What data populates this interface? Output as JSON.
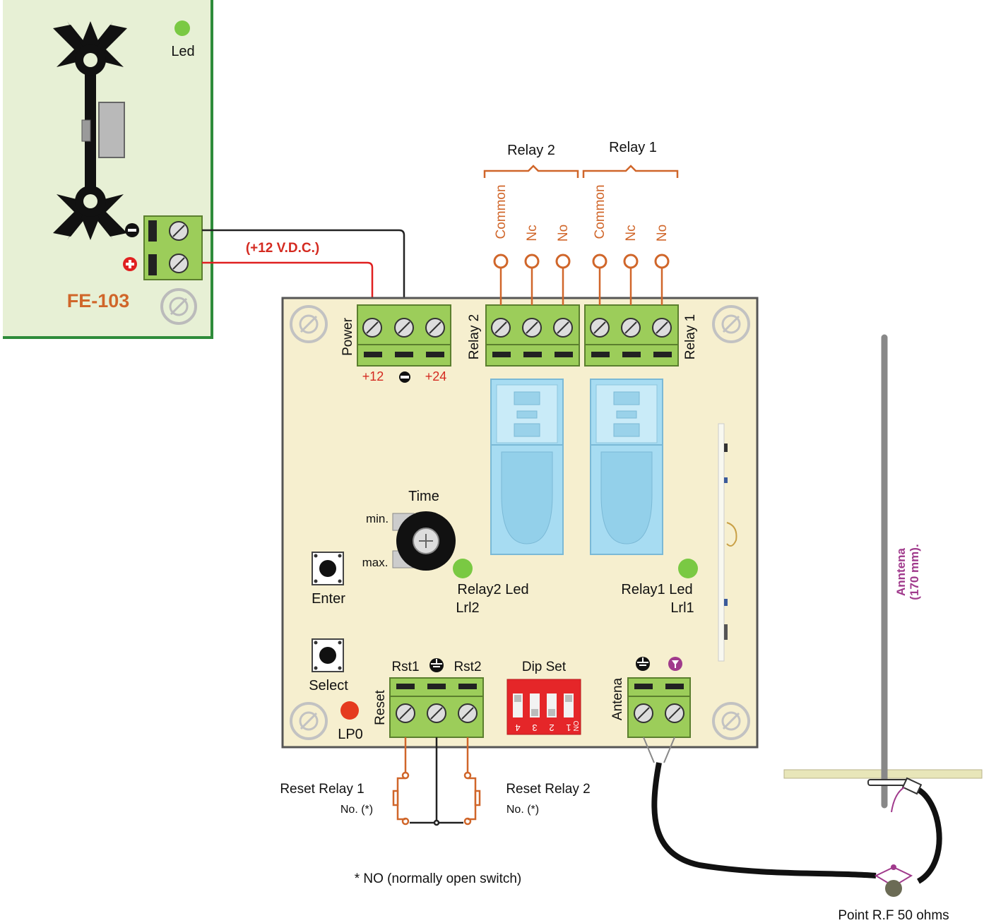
{
  "colors": {
    "board": "#f6efcf",
    "board_edge": "#555555",
    "psu_bg": "#e7f0d5",
    "psu_edge": "#2e8b3a",
    "terminal": "#9ccd5a",
    "relay_body": "#a7dcf2",
    "wire_red": "#e02020",
    "wire_black": "#222222",
    "wire_orange": "#d0662a",
    "antenna_label": "#a03a8c",
    "dip": "#e52629",
    "led_green": "#7ac943",
    "led_red": "#e53b1f"
  },
  "psu": {
    "led_label": "Led",
    "model": "FE-103",
    "voltage_label": "(+12 V.D.C.)"
  },
  "board": {
    "power_label": "Power",
    "power_pins": [
      "+12",
      "+24"
    ],
    "relay2_label": "Relay 2",
    "relay1_label": "Relay 1",
    "time_label": "Time",
    "time_min": "min.",
    "time_max": "max.",
    "enter_label": "Enter",
    "select_label": "Select",
    "lp0_label": "LP0",
    "relay2_led": "Relay2 Led",
    "relay2_led_code": "Lrl2",
    "relay1_led": "Relay1 Led",
    "relay1_led_code": "Lrl1",
    "reset_label": "Reset",
    "reset_pins": [
      "Rst1",
      "Rst2"
    ],
    "dip_label": "Dip  Set",
    "dip_numbers": [
      "4",
      "3",
      "2",
      "1"
    ],
    "dip_on": "ON",
    "antenna_label": "Antena"
  },
  "relay_outputs": {
    "group2": "Relay  2",
    "group1": "Relay  1",
    "contacts": [
      "Common",
      "Nc",
      "No"
    ]
  },
  "reset_switches": {
    "left_title": "Reset Relay 1",
    "left_sub": "No. (*)",
    "right_title": "Reset Relay  2",
    "right_sub": "No. (*)",
    "footnote": "* NO (normally open switch)"
  },
  "antenna": {
    "label_line1": "Anntena",
    "label_line2": "(170 mm).",
    "rf_point": "Point R.F 50 ohms"
  }
}
